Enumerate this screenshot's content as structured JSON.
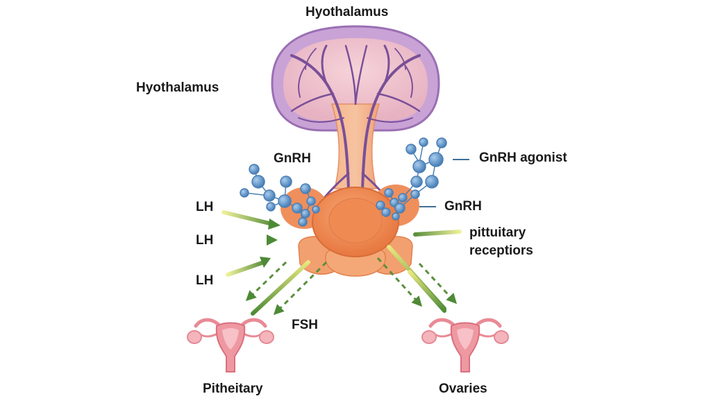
{
  "labels": {
    "top_title": "Hyothalamus",
    "left_title": "Hyothalamus",
    "gnrh_left": "GnRH",
    "gnrh_agonist": "GnRH agonist",
    "gnrh_right": "GnRH",
    "lh_1": "LH",
    "lh_2": "LH",
    "lh_3": "LH",
    "receptors_line1": "pittuitary",
    "receptors_line2": "receptiors",
    "fsh": "FSH",
    "bottom_left": "Pitheitary",
    "bottom_right": "Ovaries"
  },
  "colors": {
    "brain_outer": "#c9a3d6",
    "brain_inner": "#efc5cf",
    "vessels": "#7a4f98",
    "stalk": "#f1a57f",
    "gland": "#ee8a55",
    "molecule": "#5b92c8",
    "arrow_green": "#5a8f3c",
    "arrow_yellow": "#d9e26a",
    "uterus": "#e98a95"
  }
}
